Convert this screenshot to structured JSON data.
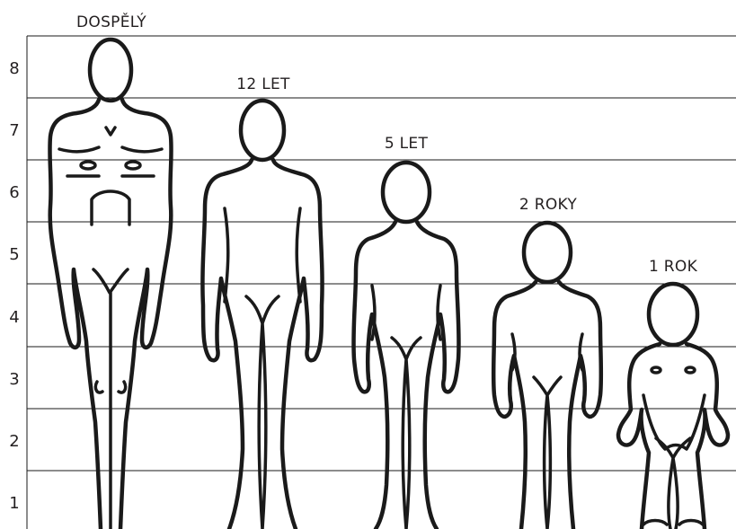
{
  "scale": [
    "1",
    "2",
    "3",
    "4",
    "5",
    "6",
    "7",
    "8"
  ],
  "figures": [
    {
      "label": "DOSPĚLÝ",
      "head_units": 8
    },
    {
      "label": "12 LET",
      "head_units": 7
    },
    {
      "label": "5 LET",
      "head_units": 6
    },
    {
      "label": "2 ROKY",
      "head_units": 5
    },
    {
      "label": "1 ROK",
      "head_units": 4
    }
  ]
}
